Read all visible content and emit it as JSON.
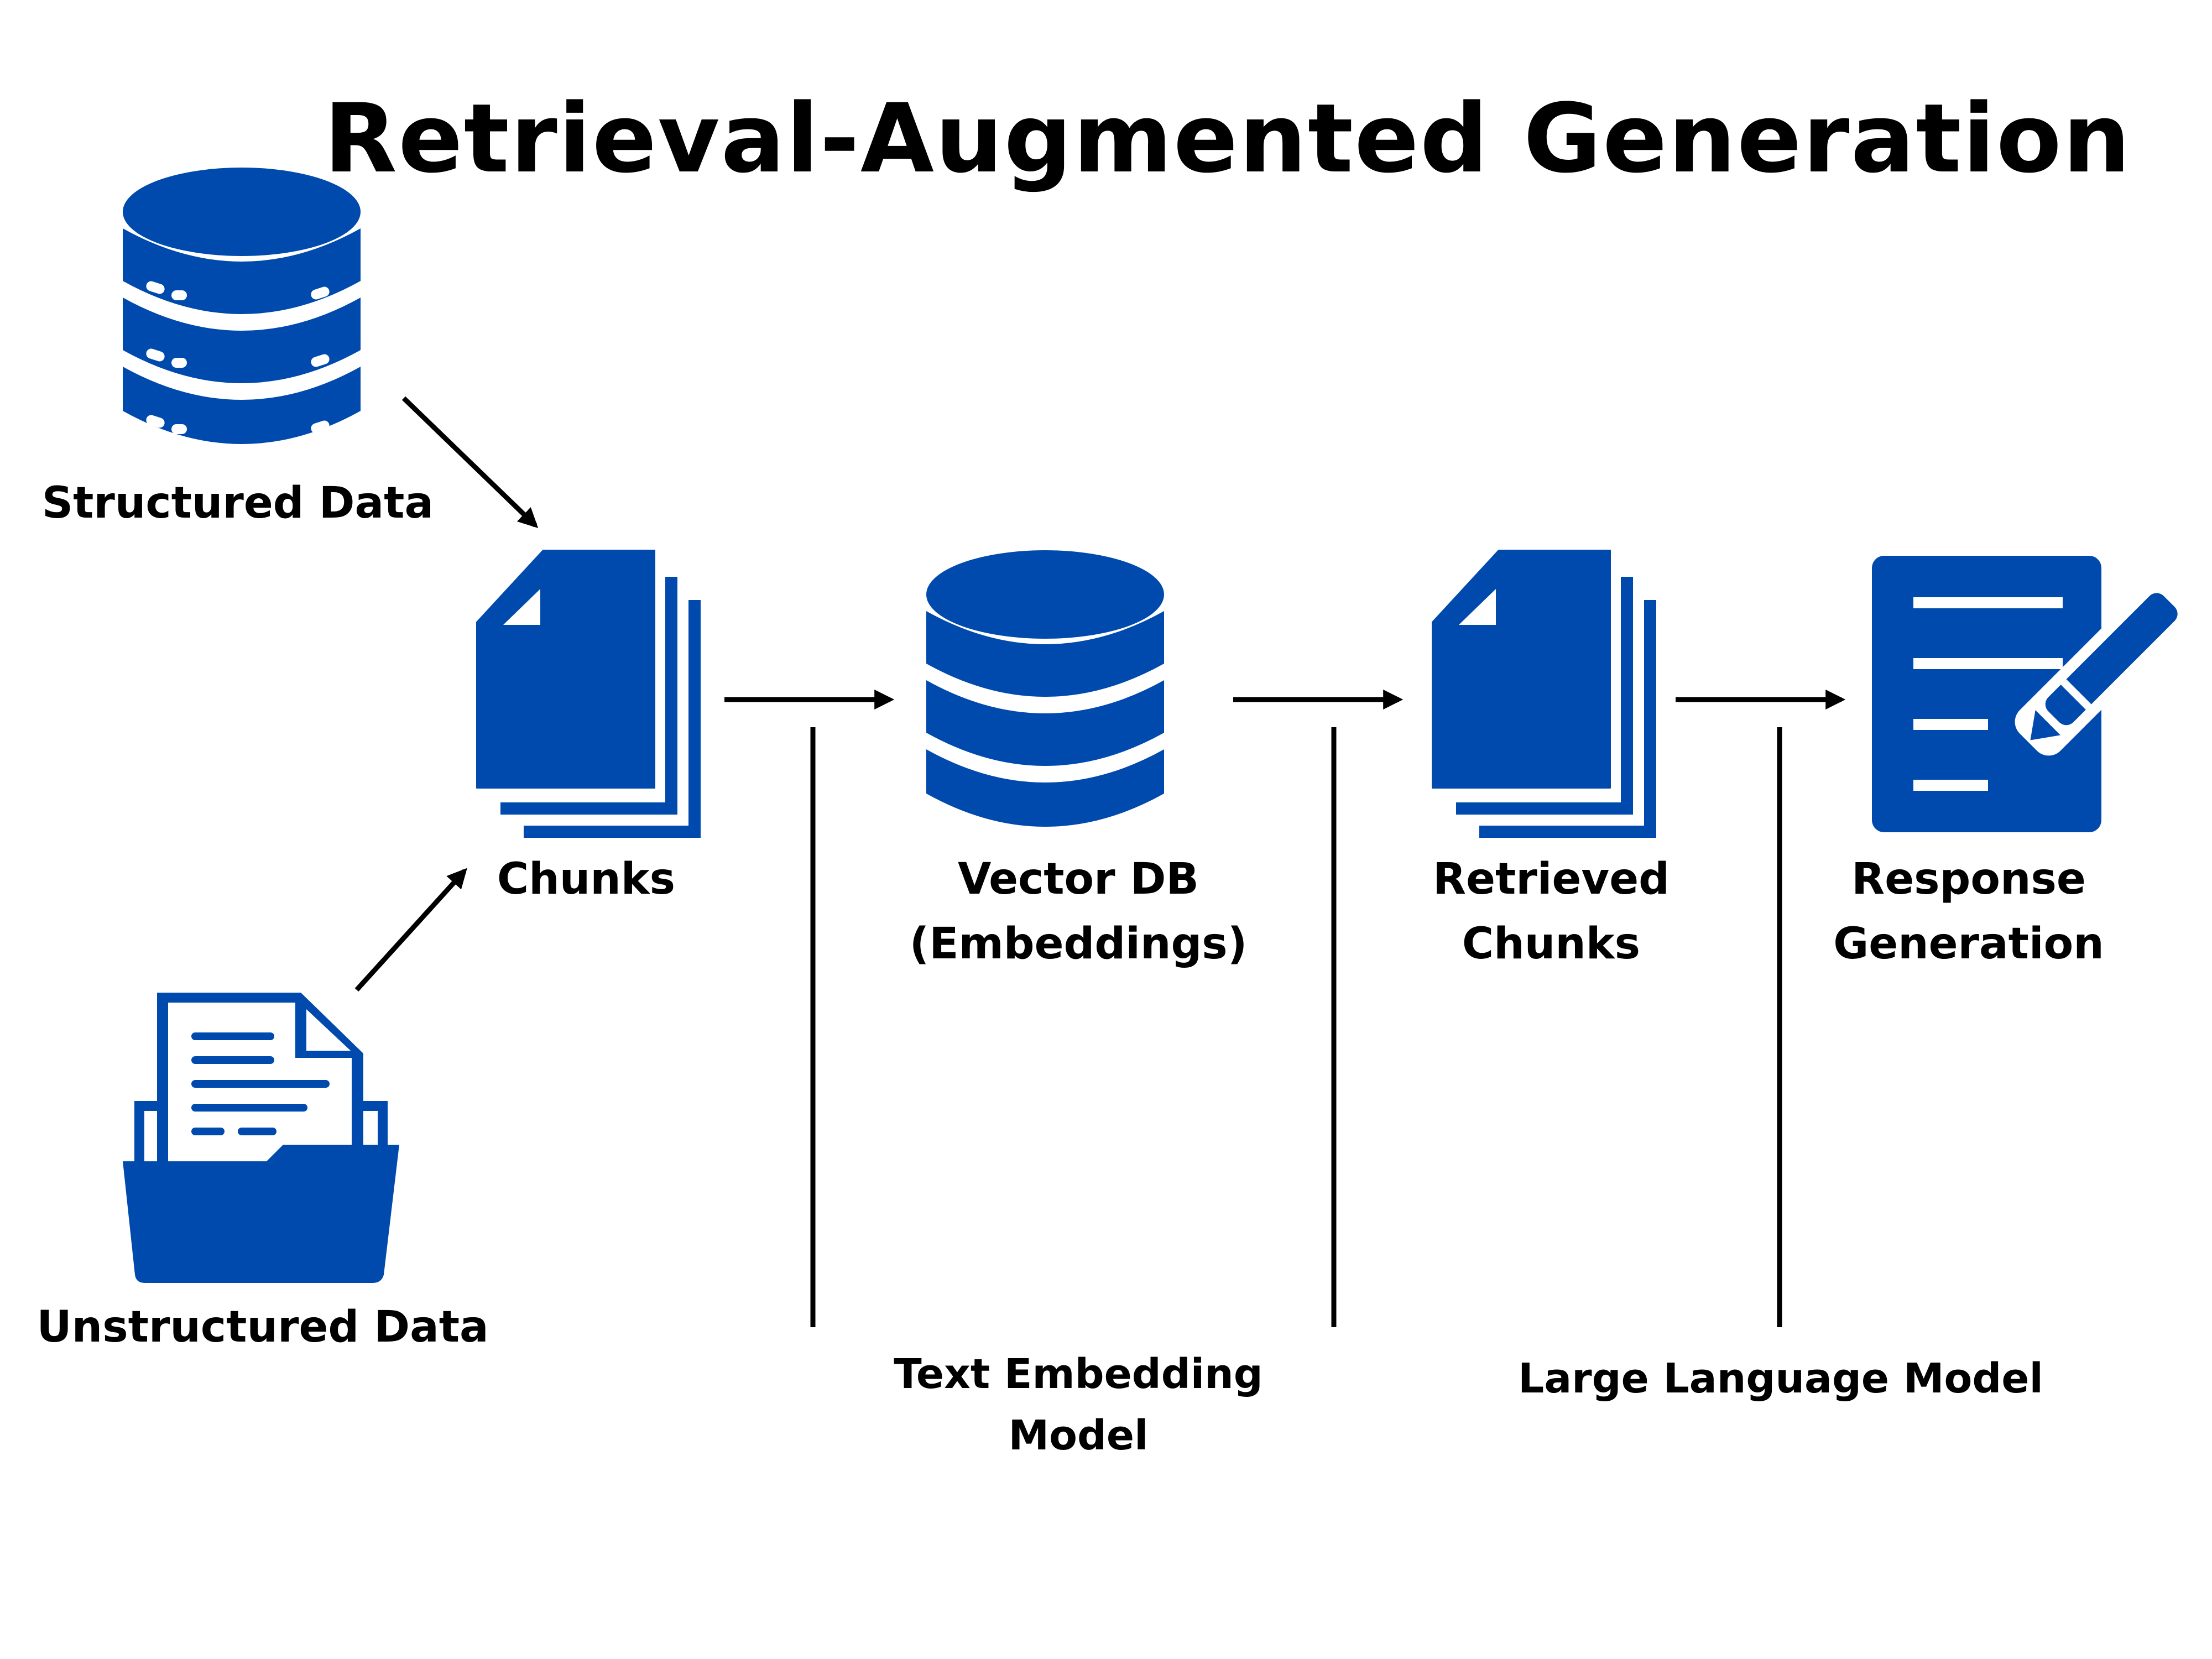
{
  "title": "Retrieval-Augmented Generation",
  "colors": {
    "icon": "#004aad",
    "line": "#000000",
    "background": "#ffffff"
  },
  "nodes": {
    "structured": {
      "label": "Structured Data",
      "icon": "database-icon"
    },
    "unstructured": {
      "label": "Unstructured Data",
      "icon": "folder-document-icon"
    },
    "chunks": {
      "label": "Chunks",
      "icon": "documents-stack-icon"
    },
    "vectordb": {
      "line1": "Vector DB",
      "line2": "(Embeddings)",
      "icon": "database-icon"
    },
    "retrieved": {
      "line1": "Retrieved",
      "line2": "Chunks",
      "icon": "documents-stack-icon"
    },
    "response": {
      "line1": "Response",
      "line2": "Generation",
      "icon": "document-edit-icon"
    }
  },
  "processes": {
    "embedding": {
      "line1": "Text Embedding",
      "line2": "Model"
    },
    "llm": {
      "label": "Large Language Model"
    }
  }
}
